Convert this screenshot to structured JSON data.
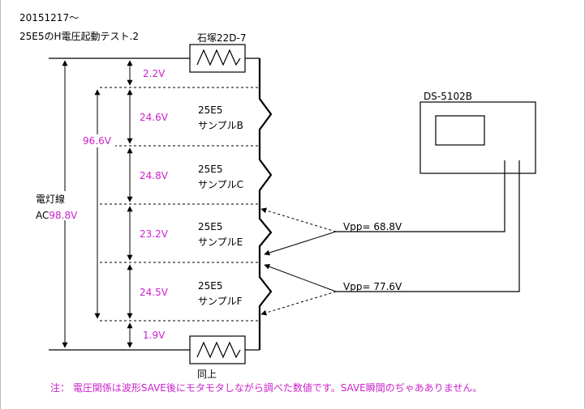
{
  "header": {
    "date": "20151217〜",
    "title": "25E5のH電圧起動テスト.2"
  },
  "resistor_top": "石塚22D-7",
  "resistor_bottom": "同上",
  "scope": "DS-5102B",
  "mains": {
    "label": "電灯線",
    "prefix": "AC",
    "value": "98.8V"
  },
  "heater_total": "96.6V",
  "drops": [
    "2.2V",
    "24.6V",
    "24.8V",
    "23.2V",
    "24.5V",
    "1.9V"
  ],
  "tubes": [
    {
      "type": "25E5",
      "name": "サンプルB"
    },
    {
      "type": "25E5",
      "name": "サンプルC"
    },
    {
      "type": "25E5",
      "name": "サンプルE"
    },
    {
      "type": "25E5",
      "name": "サンプルF"
    }
  ],
  "vpp": [
    "Vpp= 68.8V",
    "Vpp= 77.6V"
  ],
  "note": "注： 電圧関係は波形SAVE後にモタモタしながら調べた数値です。SAVE瞬間のぢゃあありません。",
  "colors": {
    "line": "#000000",
    "value": "#cc22cc",
    "frame": "#bbbbbb"
  }
}
